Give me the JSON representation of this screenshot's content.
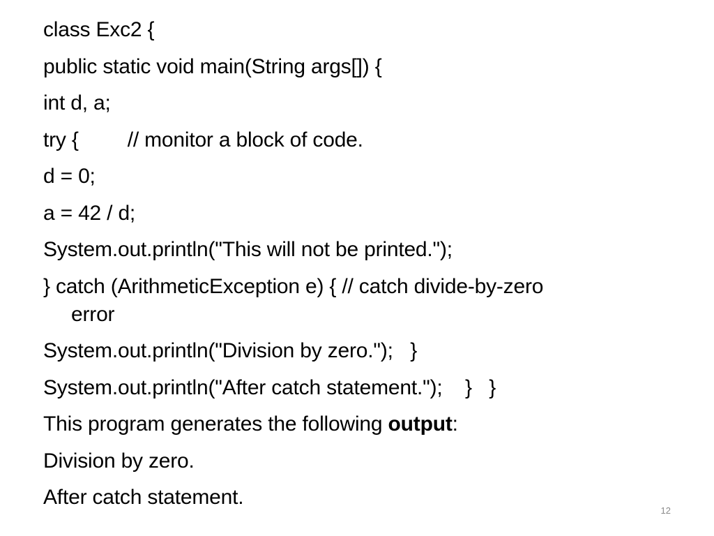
{
  "slide": {
    "lines": [
      "class Exc2 {",
      "public static void main(String args[]) {",
      "int d, a;",
      "try {",
      "// monitor a block of code.",
      "d = 0;",
      "a = 42 / d;",
      "System.out.println(\"This will not be printed.\");",
      "} catch (ArithmeticException e) { // catch divide-by-zero",
      "error",
      "System.out.println(\"Division by zero.\");   }",
      "System.out.println(\"After catch statement.\");    }   }",
      "This program generates the following ",
      "output",
      ":",
      "Division by zero.",
      "After catch statement."
    ],
    "page_number": "12"
  }
}
